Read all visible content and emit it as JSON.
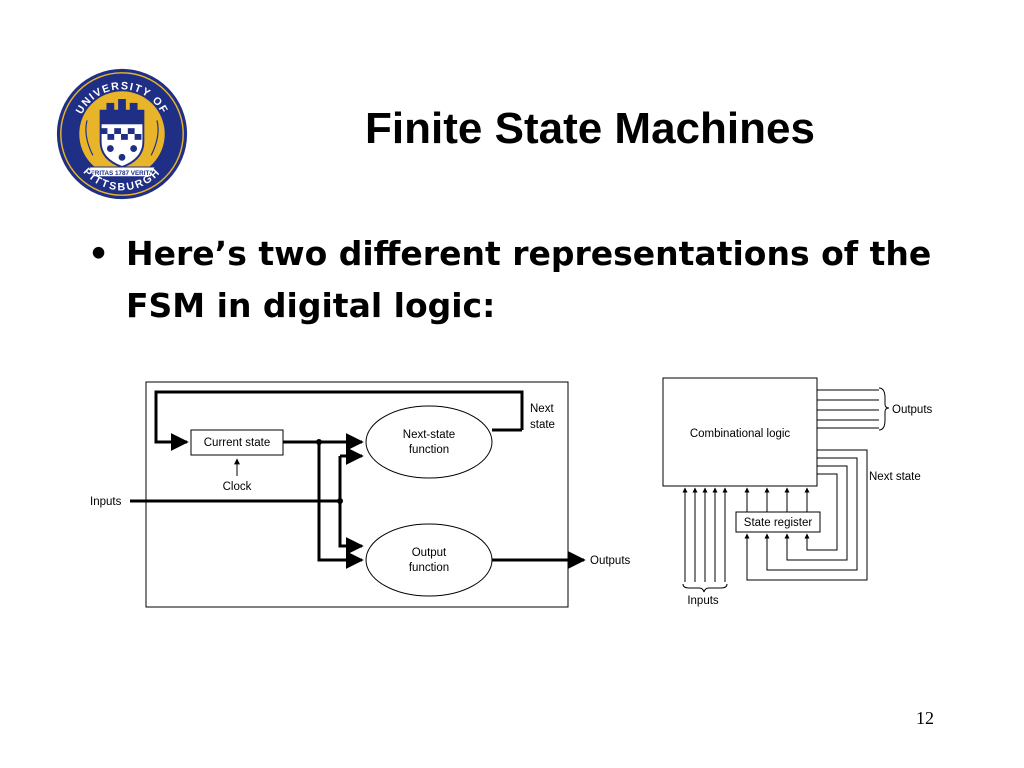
{
  "slide": {
    "title": "Finite State Machines",
    "bullets": [
      "Here’s two different representations of the FSM in digital logic:"
    ],
    "page_number": "12"
  },
  "logo": {
    "ring_top_text": "UNIVERSITY OF",
    "ring_bottom_text": "PITTSBURGH",
    "ribbon_left": "VERITAS",
    "ribbon_year": "1787",
    "ribbon_right": "VERITAS",
    "colors": {
      "navy": "#1f2f86",
      "gold": "#e8b42a",
      "white": "#ffffff"
    }
  },
  "diagram_left": {
    "current_state": "Current state",
    "next_state_fn_line1": "Next-state",
    "next_state_fn_line2": "function",
    "output_fn_line1": "Output",
    "output_fn_line2": "function",
    "clock": "Clock",
    "inputs": "Inputs",
    "outputs": "Outputs",
    "next_line1": "Next",
    "next_line2": "state"
  },
  "diagram_right": {
    "combinational_logic": "Combinational logic",
    "state_register": "State register",
    "outputs": "Outputs",
    "next_state": "Next state",
    "inputs": "Inputs"
  }
}
